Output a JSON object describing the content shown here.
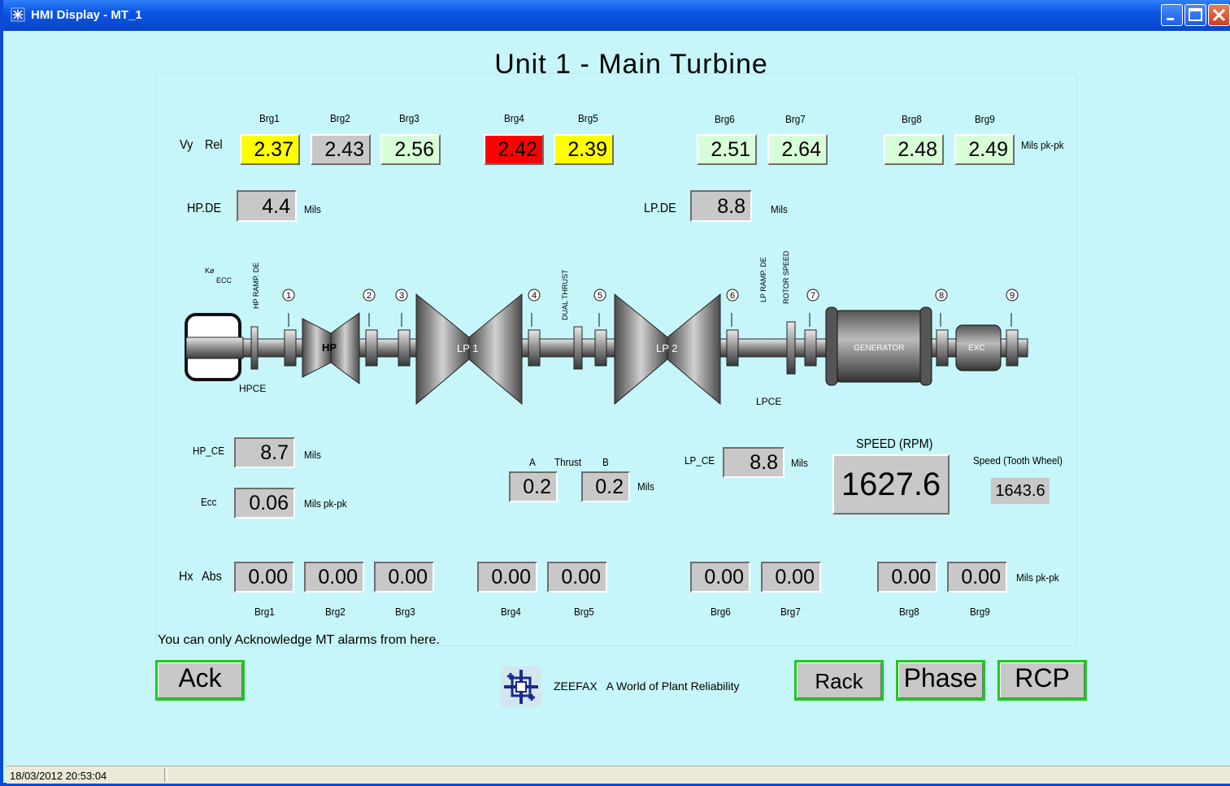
{
  "window": {
    "title": "HMI Display - MT_1"
  },
  "page_title": "Unit 1 - Main Turbine",
  "vy": {
    "label1": "Vy",
    "label2": "Rel",
    "units": "Mils pk-pk",
    "bearings": [
      {
        "name": "Brg1",
        "value": "2.37",
        "state": "yellow"
      },
      {
        "name": "Brg2",
        "value": "2.43",
        "state": "gray"
      },
      {
        "name": "Brg3",
        "value": "2.56",
        "state": "green"
      },
      {
        "name": "Brg4",
        "value": "2.42",
        "state": "red"
      },
      {
        "name": "Brg5",
        "value": "2.39",
        "state": "yellow"
      },
      {
        "name": "Brg6",
        "value": "2.51",
        "state": "green"
      },
      {
        "name": "Brg7",
        "value": "2.64",
        "state": "green"
      },
      {
        "name": "Brg8",
        "value": "2.48",
        "state": "green"
      },
      {
        "name": "Brg9",
        "value": "2.49",
        "state": "green"
      }
    ]
  },
  "hp_de": {
    "label": "HP.DE",
    "value": "4.4",
    "units": "Mils"
  },
  "lp_de": {
    "label": "LP.DE",
    "value": "8.8",
    "units": "Mils"
  },
  "diagram": {
    "ecc": "ECC",
    "kphi": "Kø",
    "hp_ramp_de": "HP RAMP. DE",
    "hp": "HP",
    "lp1": "LP 1",
    "lp2": "LP 2",
    "dual_thrust": "DUAL THRUST",
    "lp_ramp_de": "LP RAMP. DE",
    "rotor_speed": "ROTOR SPEED",
    "generator": "GENERATOR",
    "exc": "EXC",
    "hpce": "HPCE",
    "lpce": "LPCE",
    "brg_numbers": [
      "1",
      "2",
      "3",
      "4",
      "5",
      "6",
      "7",
      "8",
      "9"
    ]
  },
  "hp_ce": {
    "label": "HP_CE",
    "value": "8.7",
    "units": "Mils"
  },
  "ecc": {
    "label": "Ecc",
    "value": "0.06",
    "units": "Mils pk-pk"
  },
  "thrust": {
    "label": "Thrust",
    "a_label": "A",
    "b_label": "B",
    "a_value": "0.2",
    "b_value": "0.2",
    "units": "Mils"
  },
  "lp_ce": {
    "label": "LP_CE",
    "value": "8.8",
    "units": "Mils"
  },
  "speed": {
    "label": "SPEED (RPM)",
    "value": "1627.6",
    "tooth_label": "Speed (Tooth Wheel)",
    "tooth_value": "1643.6"
  },
  "hx": {
    "label1": "Hx",
    "label2": "Abs",
    "units": "Mils pk-pk",
    "bearings": [
      {
        "name": "Brg1",
        "value": "0.00"
      },
      {
        "name": "Brg2",
        "value": "0.00"
      },
      {
        "name": "Brg3",
        "value": "0.00"
      },
      {
        "name": "Brg4",
        "value": "0.00"
      },
      {
        "name": "Brg5",
        "value": "0.00"
      },
      {
        "name": "Brg6",
        "value": "0.00"
      },
      {
        "name": "Brg7",
        "value": "0.00"
      },
      {
        "name": "Brg8",
        "value": "0.00"
      },
      {
        "name": "Brg9",
        "value": "0.00"
      }
    ]
  },
  "note": "You can only Acknowledge MT alarms from here.",
  "buttons": {
    "ack": "Ack",
    "rack": "Rack",
    "phase": "Phase",
    "rcp": "RCP"
  },
  "footer": {
    "brand": "ZEEFAX",
    "tagline": "A World of Plant Reliability"
  },
  "status": {
    "datetime": "18/03/2012 20:53:04"
  },
  "colors": {
    "yellow": "#ffff00",
    "red": "#ff0000",
    "green": "#d8ffd8",
    "gray": "#c8c8c8",
    "background": "#c6f6f9"
  }
}
